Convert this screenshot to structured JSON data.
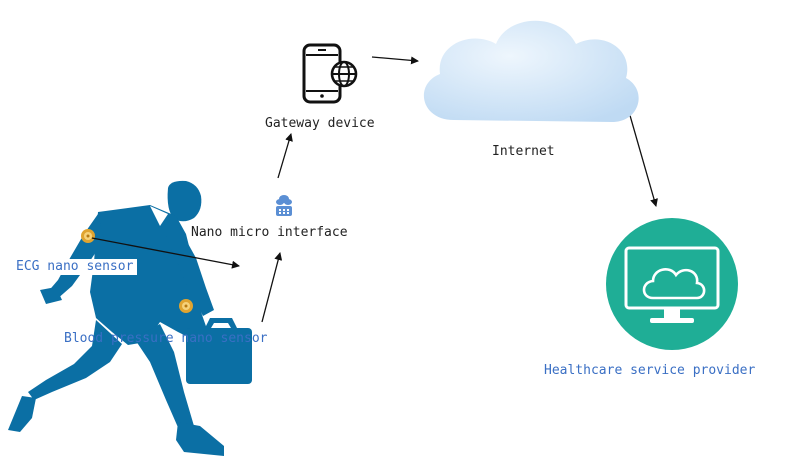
{
  "labels": {
    "gateway": "Gateway device",
    "internet": "Internet",
    "nano_interface": "Nano micro interface",
    "ecg_sensor": "ECG nano sensor",
    "bp_sensor": "Blood pressure nano sensor",
    "provider": "Healthcare service provider"
  },
  "colors": {
    "person": "#0b6fa4",
    "sensor": "#e0a430",
    "cloud": "#cfe4f8",
    "provider_circle": "#1fae96",
    "dark_label": "#222222",
    "blue_label": "#3a6fc4",
    "arrow": "#111111"
  },
  "icons": {
    "gateway": "smartphone-globe-icon",
    "internet": "cloud-icon",
    "interface": "chip-icon",
    "provider": "monitor-cloud-icon",
    "person": "running-businessman-icon",
    "sensor": "sensor-dot-icon"
  }
}
